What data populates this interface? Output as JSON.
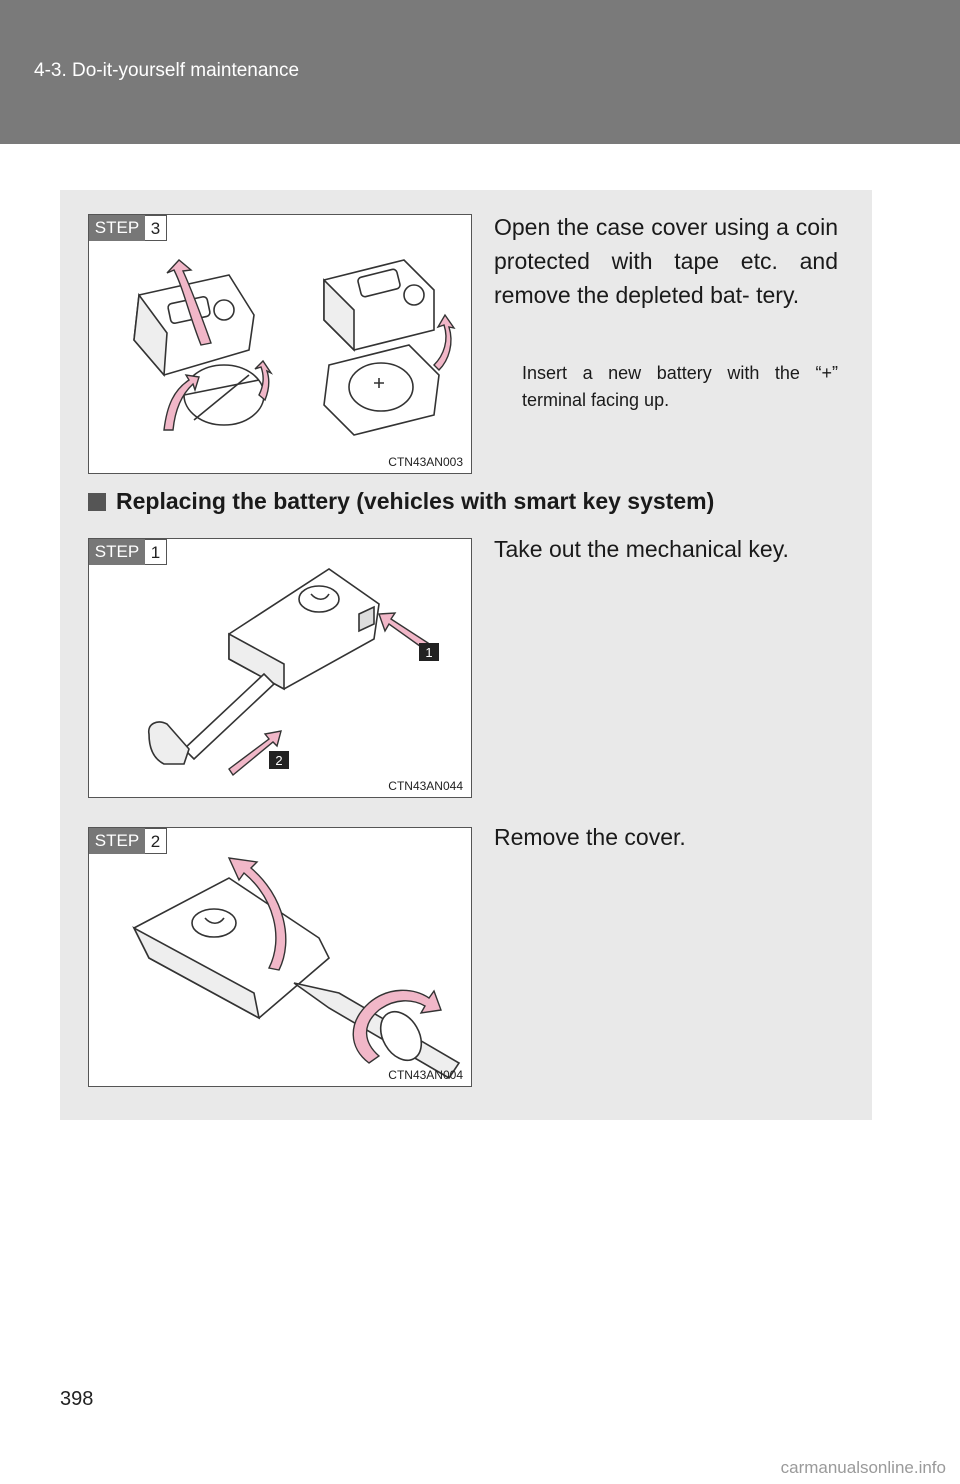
{
  "header": {
    "section": "4-3. Do-it-yourself maintenance"
  },
  "figures": [
    {
      "step_word": "STEP",
      "step_number": "3",
      "code": "CTN43AN003"
    },
    {
      "step_word": "STEP",
      "step_number": "1",
      "code": "CTN43AN044"
    },
    {
      "step_word": "STEP",
      "step_number": "2",
      "code": "CTN43AN004"
    }
  ],
  "steps": [
    {
      "text": "Open the case cover using a coin protected with tape etc. and remove the depleted bat- tery.",
      "note": "Insert a new battery with the “+” terminal facing up."
    },
    {
      "text": "Take out the mechanical key."
    },
    {
      "text": "Remove the cover."
    }
  ],
  "section": {
    "heading": "Replacing the battery (vehicles with smart key system)"
  },
  "callouts": [
    "1",
    "2"
  ],
  "footer": {
    "page_number": "398",
    "watermark": "carmanualsonline.info"
  }
}
